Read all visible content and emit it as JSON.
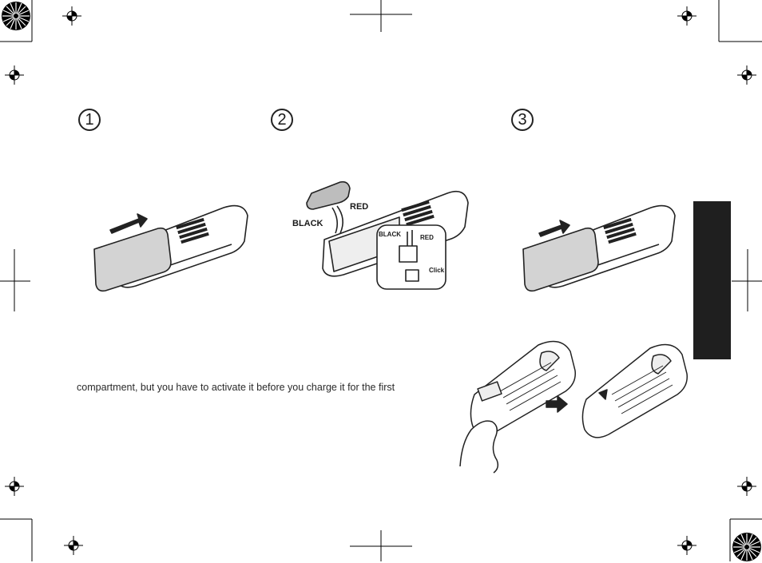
{
  "steps": [
    {
      "number": "1"
    },
    {
      "number": "2"
    },
    {
      "number": "3"
    }
  ],
  "figure2": {
    "label_black": "BLACK",
    "label_red": "RED",
    "inset_black": "BLACK",
    "inset_red": "RED",
    "inset_click": "Click"
  },
  "body": {
    "text": "compartment, but you have to activate it before you charge it for the first"
  },
  "colors": {
    "ink": "#1a1a1a",
    "tab": "#1f1f1f",
    "cover_gray": "#cfcfcf"
  }
}
